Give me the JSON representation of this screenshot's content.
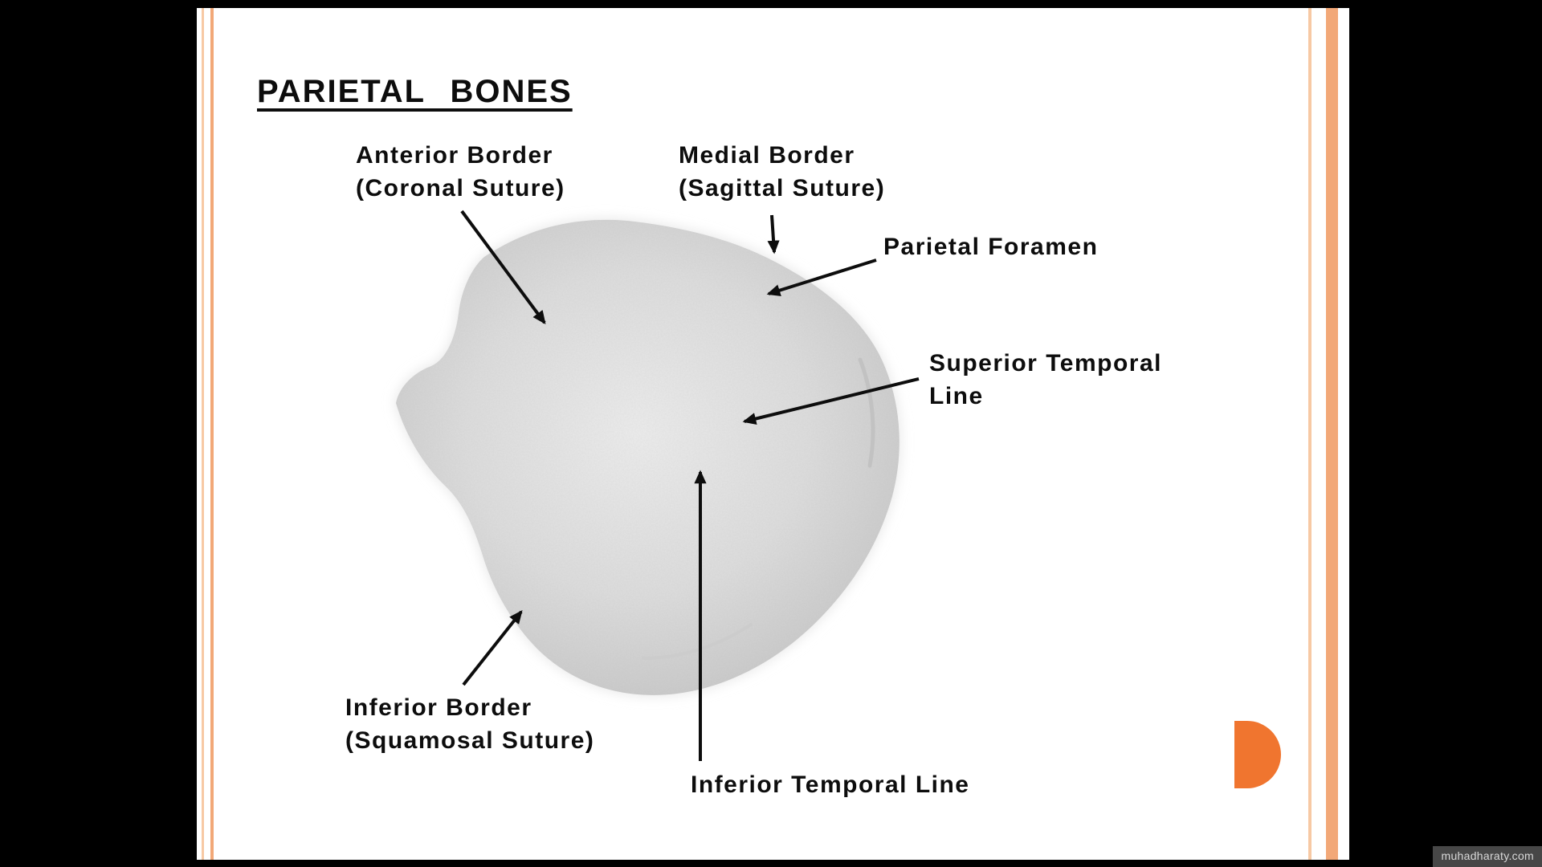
{
  "slide": {
    "title": "PARIETAL BONES",
    "labels": {
      "anterior_border": {
        "line1": "Anterior Border",
        "line2": "(Coronal Suture)"
      },
      "medial_border": {
        "line1": "Medial Border",
        "line2": "(Sagittal Suture)"
      },
      "parietal_foramen": {
        "line1": "Parietal Foramen"
      },
      "superior_temporal_line": {
        "line1": "Superior Temporal",
        "line2": "Line"
      },
      "inferior_border": {
        "line1": "Inferior Border",
        "line2": "(Squamosal Suture)"
      },
      "inferior_temporal_line": {
        "line1": "Inferior Temporal Line"
      }
    },
    "colors": {
      "accent_orange": "#f0752f",
      "border_stripe_light": "#f7c9a4",
      "border_stripe_strong": "#f2a878",
      "ink": "#0d0d0d",
      "slide_background": "#ffffff",
      "page_background": "#000000"
    }
  },
  "watermark": {
    "text": "muhadharaty.com"
  }
}
